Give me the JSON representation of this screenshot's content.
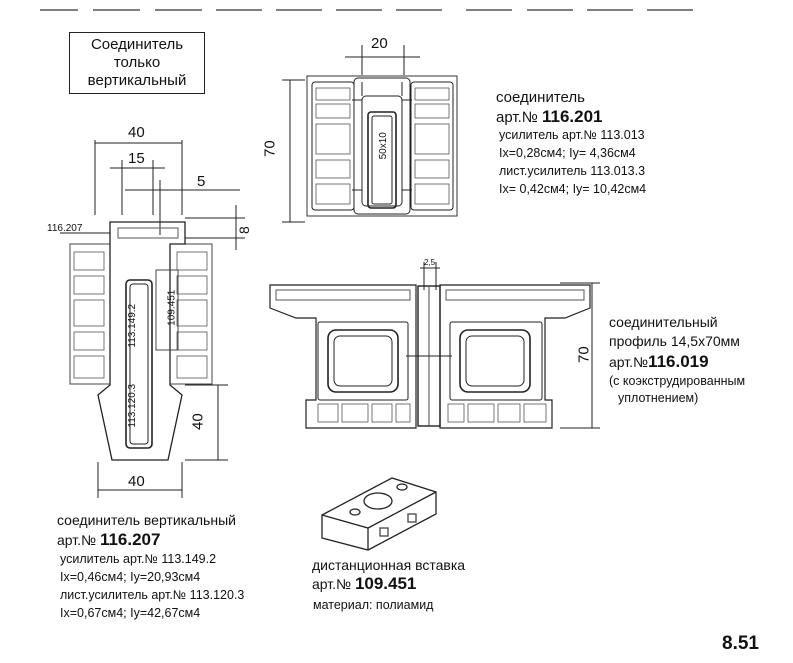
{
  "labels": {
    "title_box": [
      "Соединитель",
      "только",
      "вертикальный"
    ],
    "dim_20": "20",
    "dim_70_top": "70",
    "dim_40_top": "40",
    "dim_15": "15",
    "dim_5": "5",
    "dim_8": "8",
    "dim_40_side": "40",
    "dim_40_bottom": "40",
    "dim_2_5": "2,5",
    "dim_70_mid": "70",
    "part_116_207_tag": "116.207",
    "part_109_451_tag": "109.451",
    "inner_50x10": "50x10",
    "inner_113_149_2": "113.149.2",
    "inner_113_120_3": "113.120.3"
  },
  "connector_116_201": {
    "title": "соединитель",
    "art_prefix": "арт.№",
    "art_number": "116.201",
    "line1": "усилитель арт.№ 113.013",
    "line2": "Ix=0,28см4; Iy= 4,36см4",
    "line3": "лист.усилитель 113.013.3",
    "line4": "Ix= 0,42см4; Iy= 10,42см4"
  },
  "profile_116_019": {
    "line1": "соединительный",
    "line2": "профиль 14,5х70мм",
    "art_prefix": "арт.№",
    "art_number": "116.019",
    "line4": "(с коэкструдированным",
    "line5": "уплотнением)"
  },
  "vertical_116_207": {
    "title": "соединитель вертикальный",
    "art_prefix": "арт.№",
    "art_number": "116.207",
    "line1": "усилитель арт.№ 113.149.2",
    "line2": "Ix=0,46см4; Iy=20,93см4",
    "line3": "лист.усилитель арт.№ 113.120.3",
    "line4": "Ix=0,67см4; Iy=42,67см4"
  },
  "spacer_109_451": {
    "title": "дистанционная вставка",
    "art_prefix": "арт.№",
    "art_number": "109.451",
    "material": "материал: полиамид"
  },
  "page_number": "8.51"
}
